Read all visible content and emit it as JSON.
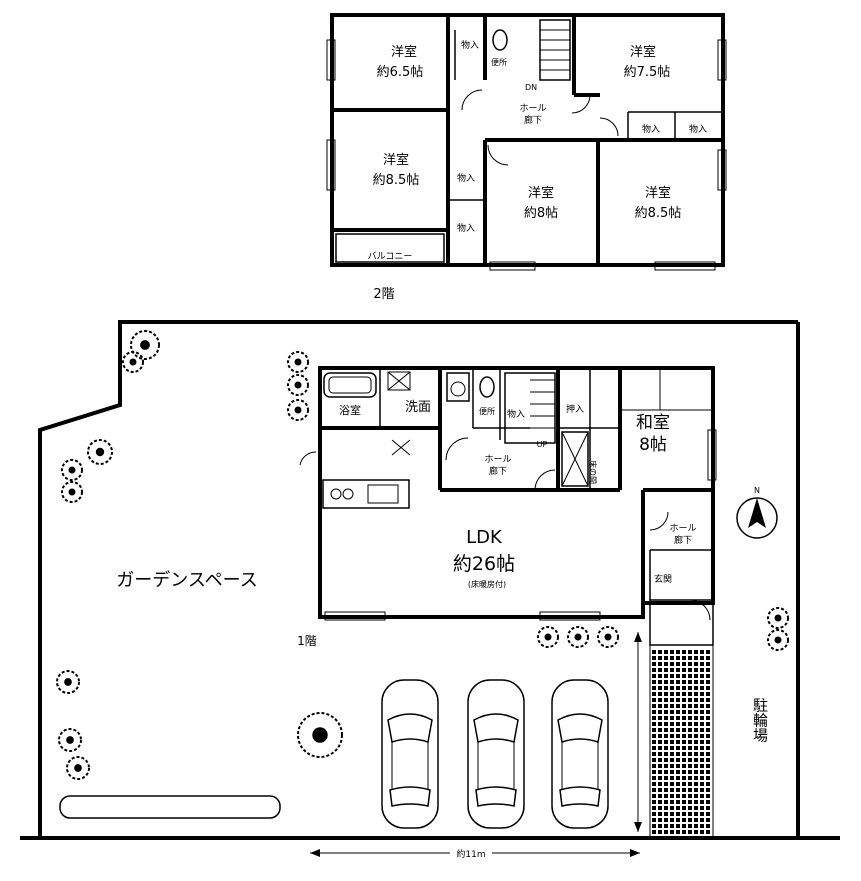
{
  "floor2": {
    "label": "2階",
    "rooms": {
      "room_nw": {
        "name": "洋室",
        "size": "約6.5帖"
      },
      "room_ne": {
        "name": "洋室",
        "size": "約7.5帖"
      },
      "room_w": {
        "name": "洋室",
        "size": "約8.5帖"
      },
      "room_c": {
        "name": "洋室",
        "size": "約8帖"
      },
      "room_e": {
        "name": "洋室",
        "size": "約8.5帖"
      }
    },
    "closet": "物入",
    "toilet": "便所",
    "down": "DN",
    "hall": "ホール",
    "corridor": "廊下",
    "balcony": "バルコニー"
  },
  "floor1": {
    "label": "1階",
    "bath": "浴室",
    "washroom": "洗面",
    "toilet": "便所",
    "closet": "物入",
    "oshiire": "押入",
    "tokonoma": "床の間",
    "up": "UP",
    "hall": "ホール",
    "corridor": "廊下",
    "washitsu_name": "和室",
    "washitsu_size": "8帖",
    "ldk_name": "LDK",
    "ldk_size": "約26帖",
    "ldk_note": "(床暖房付)",
    "entrance": "玄関"
  },
  "site": {
    "garden": "ガーデンスペース",
    "bike_parking": "駐輪場",
    "width_dim": "約11m",
    "north": "N"
  }
}
